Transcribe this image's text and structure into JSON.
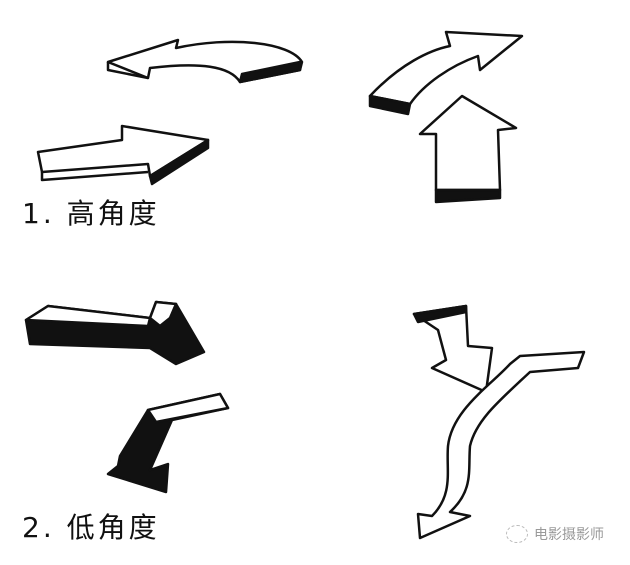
{
  "labels": {
    "high_angle": "1. 高角度",
    "low_angle": "2. 低角度"
  },
  "watermark": {
    "text": "电影摄影师",
    "icon": "wechat-icon"
  },
  "colors": {
    "ink": "#111111",
    "paper": "#ffffff",
    "watermark": "#9a9a9a"
  }
}
